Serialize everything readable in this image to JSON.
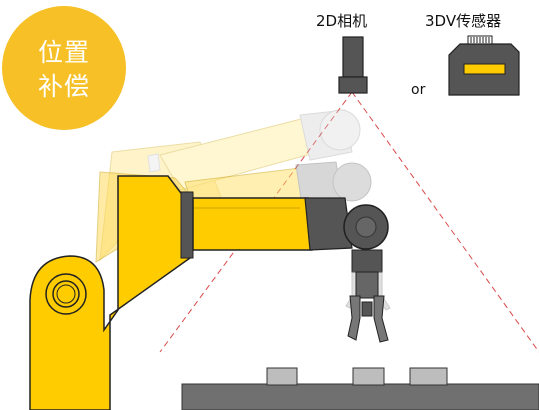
{
  "badge": {
    "line1": "位置",
    "line2": "补偿"
  },
  "labels": {
    "camera_2d": "2D相机",
    "or": "or",
    "sensor_3dv": "3DV传感器"
  },
  "colors": {
    "badge": "#f6c026",
    "robot_yellow": "#ffcc00",
    "robot_dark": "#555555",
    "laser_line": "#e05050",
    "conveyor": "#707070"
  },
  "icons": {
    "camera": "camera-2d-icon",
    "sensor": "3dv-sensor-icon"
  }
}
